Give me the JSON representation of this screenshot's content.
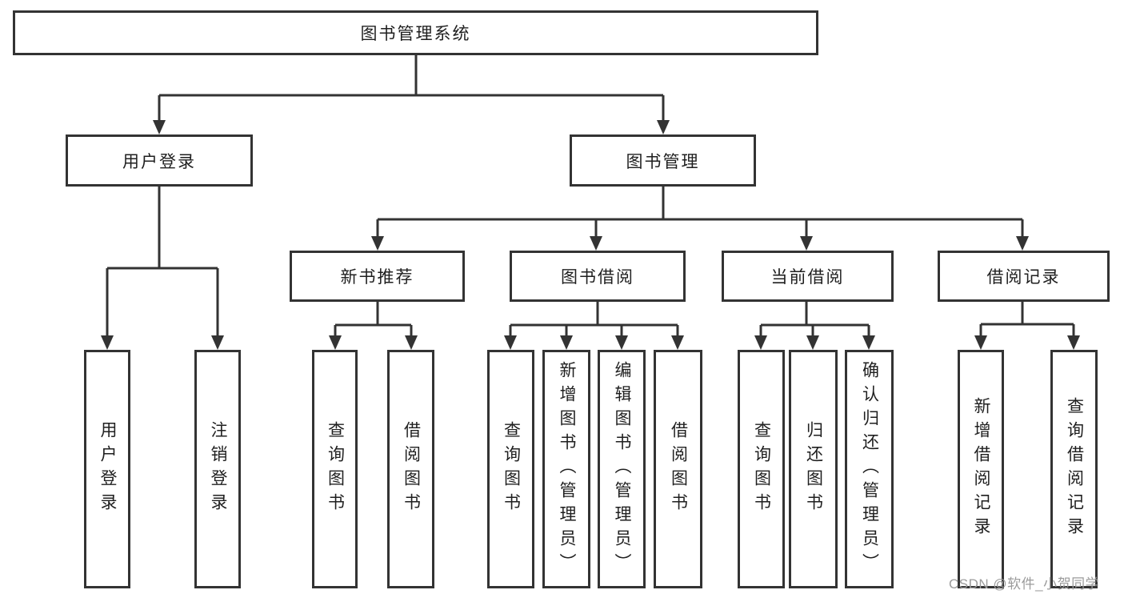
{
  "colors": {
    "line": "#333333",
    "box_border": "#333333",
    "text": "#1f1f1f",
    "watermark": "#9b9b9b",
    "background": "#ffffff"
  },
  "tree": {
    "label": "图书管理系统",
    "children": [
      {
        "label": "用户登录",
        "children": [
          {
            "label": "用户登录"
          },
          {
            "label": "注销登录"
          }
        ]
      },
      {
        "label": "图书管理",
        "children": [
          {
            "label": "新书推荐",
            "children": [
              {
                "label": "查询图书"
              },
              {
                "label": "借阅图书"
              }
            ]
          },
          {
            "label": "图书借阅",
            "children": [
              {
                "label": "查询图书"
              },
              {
                "label": "新增图书（管理员）"
              },
              {
                "label": "编辑图书（管理员）"
              },
              {
                "label": "借阅图书"
              }
            ]
          },
          {
            "label": "当前借阅",
            "children": [
              {
                "label": "查询图书"
              },
              {
                "label": "归还图书"
              },
              {
                "label": "确认归还（管理员）"
              }
            ]
          },
          {
            "label": "借阅记录",
            "children": [
              {
                "label": "新增借阅记录"
              },
              {
                "label": "查询借阅记录"
              }
            ]
          }
        ]
      }
    ]
  },
  "watermark": {
    "text": "CSDN @软件_小贺同学"
  }
}
